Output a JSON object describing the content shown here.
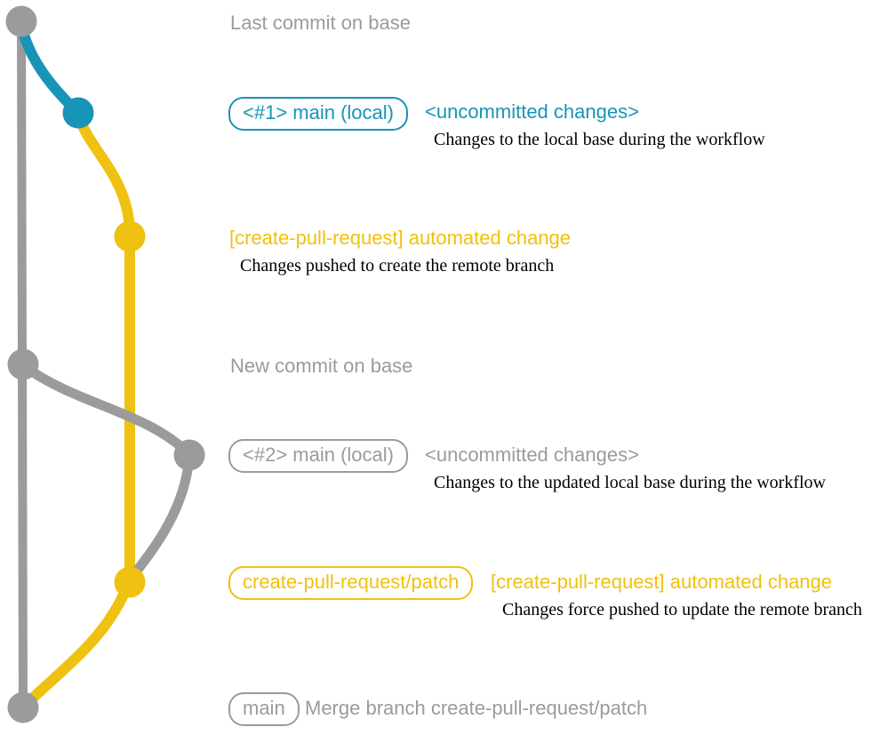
{
  "colors": {
    "gray": "#9b9b9b",
    "teal": "#1894b8",
    "yellow": "#efc110",
    "ink": "#000000"
  },
  "annotations": {
    "last_commit": {
      "title": "Last commit on base"
    },
    "local1": {
      "branch_label": "<#1> main (local)",
      "status": "<uncommitted changes>",
      "description": "Changes to the local base during the workflow"
    },
    "push1": {
      "title": "[create-pull-request] automated change",
      "description": "Changes pushed to create the remote branch"
    },
    "new_commit": {
      "title": "New commit on base"
    },
    "local2": {
      "branch_label": "<#2> main (local)",
      "status": "<uncommitted changes>",
      "description": "Changes to the updated local base during the workflow"
    },
    "push2": {
      "branch_label": "create-pull-request/patch",
      "title": "[create-pull-request] automated change",
      "description": "Changes force pushed to update the remote branch"
    },
    "merge": {
      "branch_label": "main",
      "title": "Merge branch create-pull-request/patch"
    }
  }
}
